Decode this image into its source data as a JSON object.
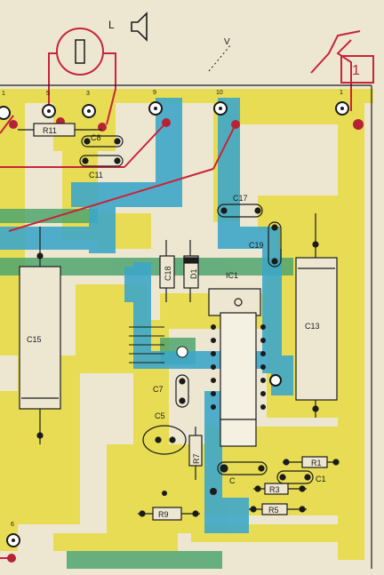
{
  "colors": {
    "paper": "#ede7d2",
    "copper_yellow": "#e7dc53",
    "track_blue": "#3ea7c9",
    "track_green": "#4fa56f",
    "wire_red": "#c8243a",
    "ink": "#1b1b1b"
  },
  "symbols": {
    "speaker_label": "L",
    "voltage_label": "V",
    "connector_label": "1"
  },
  "pads": {
    "p1": "1",
    "p5": "5",
    "p3": "3",
    "p9": "9",
    "p10": "10",
    "p1r": "1",
    "p6": "6"
  },
  "components": {
    "r11": "R11",
    "c8": "C8",
    "c11": "C11",
    "c17": "C17",
    "c19": "C19",
    "c15": "C15",
    "c13": "C13",
    "c18": "C18",
    "d1": "D1",
    "ic1": "IC1",
    "c7": "C7",
    "c5": "C5",
    "r7": "R7",
    "r1": "R1",
    "c1": "C1",
    "r3": "R3",
    "r5": "R5",
    "r9": "R9",
    "cx": "C"
  }
}
